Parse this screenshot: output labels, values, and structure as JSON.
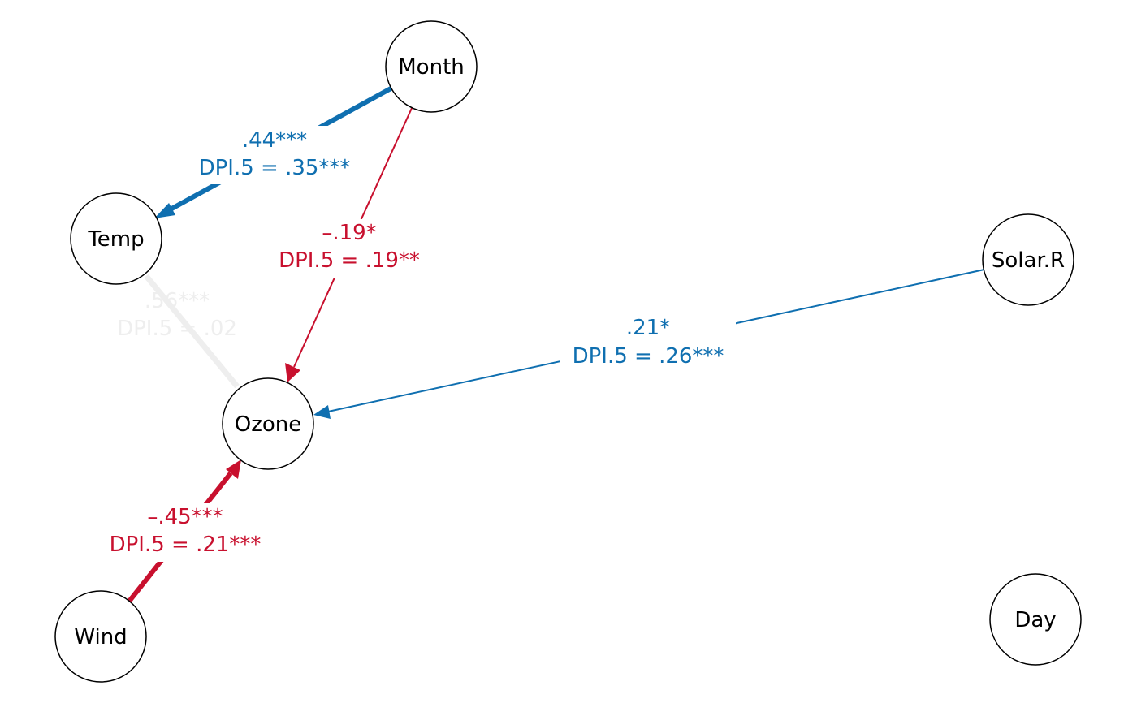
{
  "nodes": [
    {
      "id": "month",
      "label": "Month"
    },
    {
      "id": "temp",
      "label": "Temp"
    },
    {
      "id": "solar",
      "label": "Solar.R"
    },
    {
      "id": "ozone",
      "label": "Ozone"
    },
    {
      "id": "wind",
      "label": "Wind"
    },
    {
      "id": "day",
      "label": "Day"
    }
  ],
  "edges": [
    {
      "id": "month-temp",
      "from": "Month",
      "to": "Temp",
      "coef": ".44***",
      "dpi": "DPI.5 = .35***",
      "color": "#0f6fb0",
      "arrow": true
    },
    {
      "id": "month-ozone",
      "from": "Month",
      "to": "Ozone",
      "coef": "–.19*",
      "dpi": "DPI.5 = .19**",
      "color": "#c8102e",
      "arrow": true
    },
    {
      "id": "temp-ozone",
      "from": "Temp",
      "to": "Ozone",
      "coef": ".56***",
      "dpi": "DPI.5 = .02",
      "color": "#eeeeee",
      "arrow": false
    },
    {
      "id": "solar-ozone",
      "from": "Solar.R",
      "to": "Ozone",
      "coef": ".21*",
      "dpi": "DPI.5 = .26***",
      "color": "#0f6fb0",
      "arrow": true
    },
    {
      "id": "wind-ozone",
      "from": "Wind",
      "to": "Ozone",
      "coef": "–.45***",
      "dpi": "DPI.5 = .21***",
      "color": "#c8102e",
      "arrow": true
    }
  ],
  "colors": {
    "positive": "#0f6fb0",
    "negative": "#c8102e",
    "faded": "#eeeeee",
    "node_stroke": "#000000"
  }
}
